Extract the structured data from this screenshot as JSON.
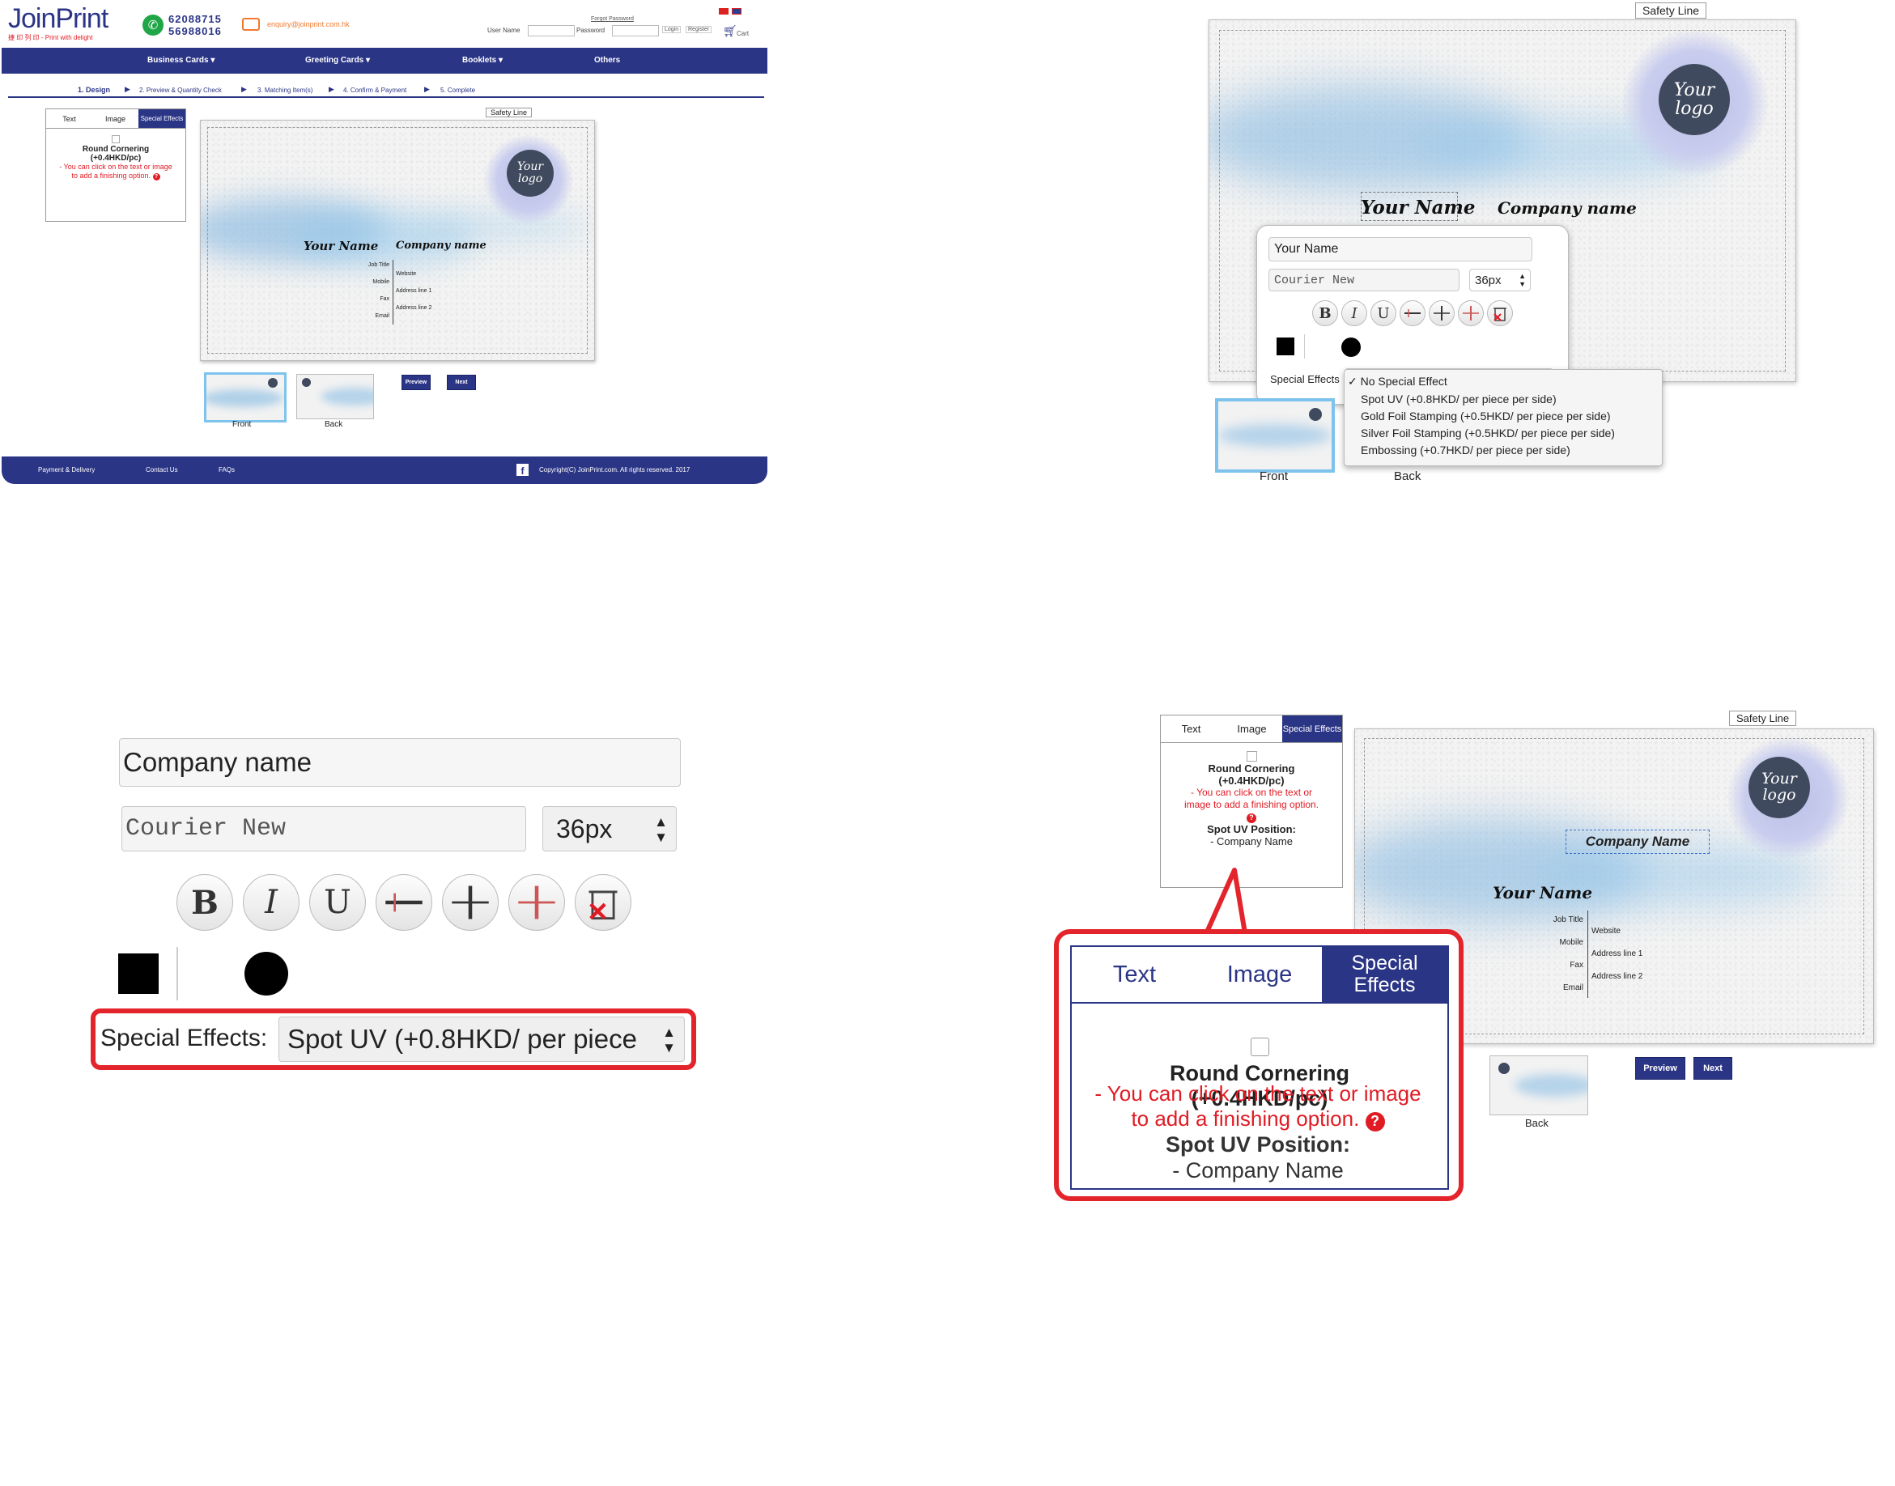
{
  "site": {
    "logo_text": "JoinPrint",
    "logo_sub": "捷 印 列 印 - Print with delight",
    "phone1": "62088715",
    "phone2": "56988016",
    "email": "enquiry@joinprint.com.hk",
    "user_name_label": "User Name",
    "password_label": "Password",
    "forgot_password": "Forgot Password",
    "login": "Login",
    "register": "Register",
    "cart": "Cart"
  },
  "nav": [
    "Business Cards ▾",
    "Greeting Cards ▾",
    "Booklets ▾",
    "Others"
  ],
  "steps": [
    "1. Design",
    "2. Preview & Quantity Check",
    "3. Matching Item(s)",
    "4. Confirm & Payment",
    "5. Complete"
  ],
  "tabs": {
    "text": "Text",
    "image": "Image",
    "special": "Special Effects"
  },
  "panel": {
    "round_cornering": "Round Cornering",
    "price": "(+0.4HKD/pc)",
    "hint": "- You can click on the text or image to add a finishing option.",
    "spot_uv_position": "Spot UV Position:",
    "spot_uv_item": "- Company Name"
  },
  "card": {
    "safety_line": "Safety Line",
    "logo_line1": "Your",
    "logo_line2": "logo",
    "your_name": "Your Name",
    "company_name": "Company name",
    "company_name_selected": "Company Name",
    "left_fields": [
      "Job Title",
      "Mobile",
      "Fax",
      "Email"
    ],
    "right_fields": [
      "Website",
      "Address line 1",
      "Address line 2"
    ]
  },
  "buttons": {
    "preview": "Preview",
    "next": "Next"
  },
  "thumbs": {
    "front": "Front",
    "back": "Back"
  },
  "footer": {
    "links": [
      "Payment & Delivery",
      "Contact Us",
      "FAQs"
    ],
    "copyright": "Copyright(C) JoinPrint.com. All rights reserved. 2017"
  },
  "editor": {
    "name_value": "Your Name",
    "company_value": "Company name",
    "font": "Courier New",
    "size": "36px",
    "special_effects_label": "Special Effects",
    "special_effects_label_colon": "Special Effects:",
    "selected_effect": "Spot UV (+0.8HKD/ per piece per side)",
    "check": "✓",
    "dropdown_options": [
      "No Special Effect",
      "Spot UV (+0.8HKD/ per piece per side)",
      "Gold Foil Stamping (+0.5HKD/ per piece per side)",
      "Silver Foil Stamping (+0.5HKD/ per piece per side)",
      "Embossing (+0.7HKD/ per piece per side)"
    ],
    "fmt": {
      "bold": "B",
      "italic": "I",
      "underline": "U"
    }
  },
  "colors": {
    "navy": "#2b3586",
    "red": "#e01b24",
    "accent": "#38a4e0",
    "highlight": "#e3242b"
  }
}
